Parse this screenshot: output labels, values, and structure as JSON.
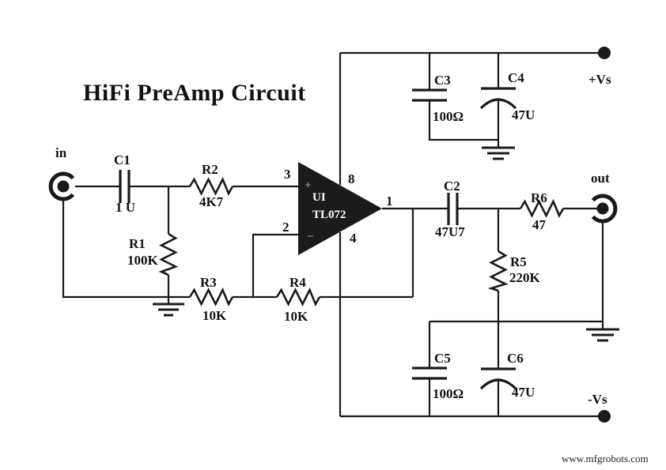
{
  "title": "HiFi PreAmp Circuit",
  "watermark": "www.mfgrobots.com",
  "terminals": {
    "in": "in",
    "out": "out",
    "vplus": "+Vs",
    "vminus": "-Vs"
  },
  "opamp": {
    "ref": "UI",
    "part": "TL072",
    "plus_sign": "+",
    "minus_sign": "−",
    "pin_noninv": "3",
    "pin_inv": "2",
    "pin_vplus": "8",
    "pin_vminus": "4",
    "pin_out": "1"
  },
  "components": {
    "C1": {
      "ref": "C1",
      "value": "1 U"
    },
    "R1": {
      "ref": "R1",
      "value": "100K"
    },
    "R2": {
      "ref": "R2",
      "value": "4K7"
    },
    "R3": {
      "ref": "R3",
      "value": "10K"
    },
    "R4": {
      "ref": "R4",
      "value": "10K"
    },
    "C2": {
      "ref": "C2",
      "value": "47U7"
    },
    "R5": {
      "ref": "R5",
      "value": "220K"
    },
    "R6": {
      "ref": "R6",
      "value": "47"
    },
    "C3": {
      "ref": "C3",
      "value": "100Ω"
    },
    "C4": {
      "ref": "C4",
      "value": "47U"
    },
    "C5": {
      "ref": "C5",
      "value": "100Ω"
    },
    "C6": {
      "ref": "C6",
      "value": "47U"
    }
  },
  "colors": {
    "ink": "#1a1a1a",
    "background": "#ffffff",
    "opamp_fill": "#1b1b1b",
    "opamp_text": "#ffffff",
    "polarity_sign": "#9a9a9a"
  }
}
